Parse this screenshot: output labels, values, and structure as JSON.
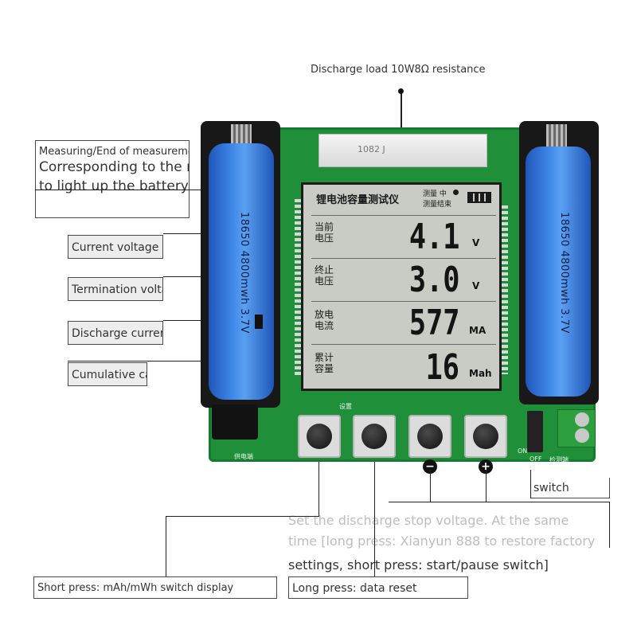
{
  "labels": {
    "discharge_load": "Discharge load 10W8Ω resistance",
    "measuring_title": "Measuring/End of measurement",
    "measuring_line2": "Corresponding to the middle circle",
    "measuring_line3": "to light up the battery logo",
    "current_voltage": "Current voltage",
    "termination_voltage": "Termination voltage",
    "discharge_current": "Discharge current",
    "cumulative_capacity": "Cumulative capacity",
    "switch": "switch",
    "stop_voltage_line1": "Set the discharge stop voltage. At the same",
    "stop_voltage_line2": "time [long press: Xianyun 888 to restore factory",
    "stop_voltage_line3": "settings, short press: start/pause switch]",
    "short_press": "Short press: mAh/mWh switch display",
    "long_press": "Long press: data reset"
  },
  "board": {
    "resistor_code": "1082 J",
    "lcd_title": "锂电池容量测试仪",
    "lcd_status_top": "测量 中",
    "lcd_status_bottom": "测量结束",
    "battery_left_text": "18650 4800mwh 3.7V",
    "battery_right_text": "18650 4800mwh 3.7V",
    "button_label_settings": "设置",
    "pcb_power": "供电端",
    "pcb_detect": "检测端",
    "pcb_on": "ON",
    "pcb_off": "OFF",
    "minus_sign": "−",
    "plus_sign": "+"
  },
  "readings": [
    {
      "label": "当前电压",
      "value": "4.1",
      "unit": "V"
    },
    {
      "label": "终止电压",
      "value": "3.0",
      "unit": "V"
    },
    {
      "label": "放电电流",
      "value": "577",
      "unit": "MA"
    },
    {
      "label": "累计容量",
      "value": "16",
      "unit": "Mah"
    }
  ],
  "colors": {
    "pcb_green": "#1f8f3a",
    "battery_blue": "#3d86e6",
    "lcd_background": "#c8ccc4"
  }
}
